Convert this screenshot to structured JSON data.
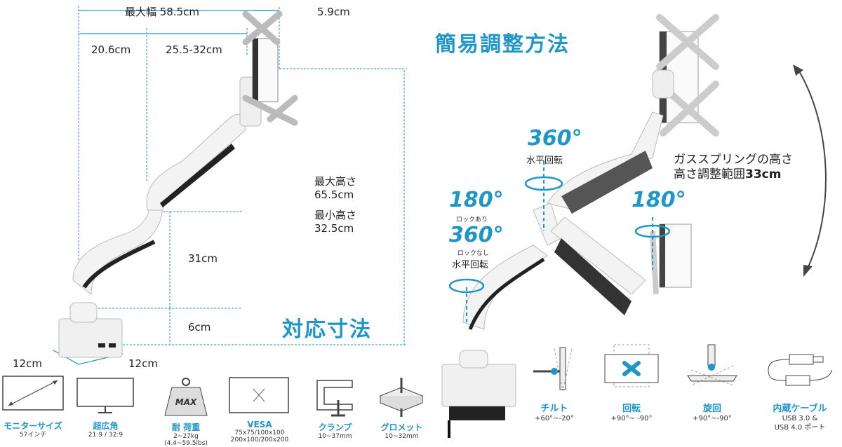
{
  "left": {
    "title": "対応寸法",
    "max_width": "最大幅 58.5cm",
    "width_a": "20.6cm",
    "width_b": "25.5-32cm",
    "plate": "5.9cm",
    "max_height_label": "最大高さ",
    "max_height": "65.5cm",
    "min_height_label": "最小高さ",
    "min_height": "32.5cm",
    "mid_height": "31cm",
    "base_height": "6cm",
    "base_depth": "12cm",
    "base_width": "12cm"
  },
  "right": {
    "title": "簡易調整方法",
    "rot_top_deg": "360°",
    "rot_top_label": "水平回転",
    "base_tilt_deg": "180°",
    "base_tilt_note": "ロックあり",
    "base_rot_deg": "360°",
    "base_rot_note": "ロックなし",
    "base_rot_label": "水平回転",
    "head_deg": "180°",
    "spring_line1": "ガススプリングの高さ",
    "spring_line2_prefix": "高さ調整範囲",
    "spring_line2_value": "33cm"
  },
  "specs": [
    {
      "label": "モニターサイズ",
      "value": "57インチ",
      "icon": "monitor-diagonal-icon"
    },
    {
      "label": "超広角",
      "value": "21:9 / 32:9",
      "icon": "ultrawide-monitor-icon"
    },
    {
      "label": "耐 荷重",
      "value": "2~27kg",
      "value2": "(4.4~59.5lbs)",
      "icon": "weight-icon",
      "badge": "MAX"
    },
    {
      "label": "VESA",
      "value": "75x75/100x100",
      "value2": "200x100/200x200",
      "icon": "vesa-icon"
    },
    {
      "label": "クランプ",
      "value": "10~37mm",
      "icon": "clamp-icon"
    },
    {
      "label": "グロメット",
      "value": "10~32mm",
      "icon": "grommet-icon"
    }
  ],
  "features": [
    {
      "label": "チルト",
      "value": "+60°~-20°",
      "icon": "tilt-icon"
    },
    {
      "label": "回転",
      "value": "+90°~ -90°",
      "icon": "rotate-icon"
    },
    {
      "label": "旋回",
      "value": "+90°~-90°",
      "icon": "swivel-icon"
    },
    {
      "label": "内蔵ケーブル",
      "value": "USB 3.0 &",
      "value2": "USB 4.0 ポート",
      "icon": "usb-cable-icon"
    }
  ],
  "colors": {
    "accent": "#1e96c8",
    "arm": "#f2f2f2",
    "arm_shadow": "#2a2a2a"
  }
}
